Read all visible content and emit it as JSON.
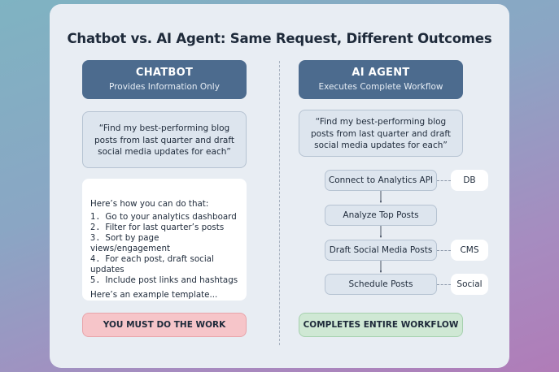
{
  "title": "Chatbot vs. AI Agent: Same Request, Different Outcomes",
  "chatbot": {
    "heading": "CHATBOT",
    "subheading": "Provides Information Only",
    "request": "“Find my best-performing blog posts from last quarter and draft social media updates for each”",
    "response": {
      "intro": "Here’s how you can do that:",
      "steps": [
        {
          "num": "1.",
          "text": "Go to your analytics dashboard"
        },
        {
          "num": "2.",
          "text": "Filter for last quarter’s posts"
        },
        {
          "num": "3.",
          "text": "Sort by page views/engagement"
        },
        {
          "num": "4.",
          "text": "For each post, draft social updates"
        },
        {
          "num": "5.",
          "text": "Include post links and hashtags"
        }
      ],
      "outro": "Here’s an example template..."
    },
    "result": "YOU MUST DO THE WORK"
  },
  "agent": {
    "heading": "AI AGENT",
    "subheading": "Executes Complete Workflow",
    "request": "“Find my best-performing blog posts from last quarter and draft social media updates for each”",
    "workflow": [
      {
        "step": "Connect to Analytics API",
        "tool": "DB"
      },
      {
        "step": "Analyze Top Posts",
        "tool": ""
      },
      {
        "step": "Draft Social Media Posts",
        "tool": "CMS"
      },
      {
        "step": "Schedule Posts",
        "tool": "Social"
      }
    ],
    "result": "COMPLETES ENTIRE WORKFLOW"
  }
}
